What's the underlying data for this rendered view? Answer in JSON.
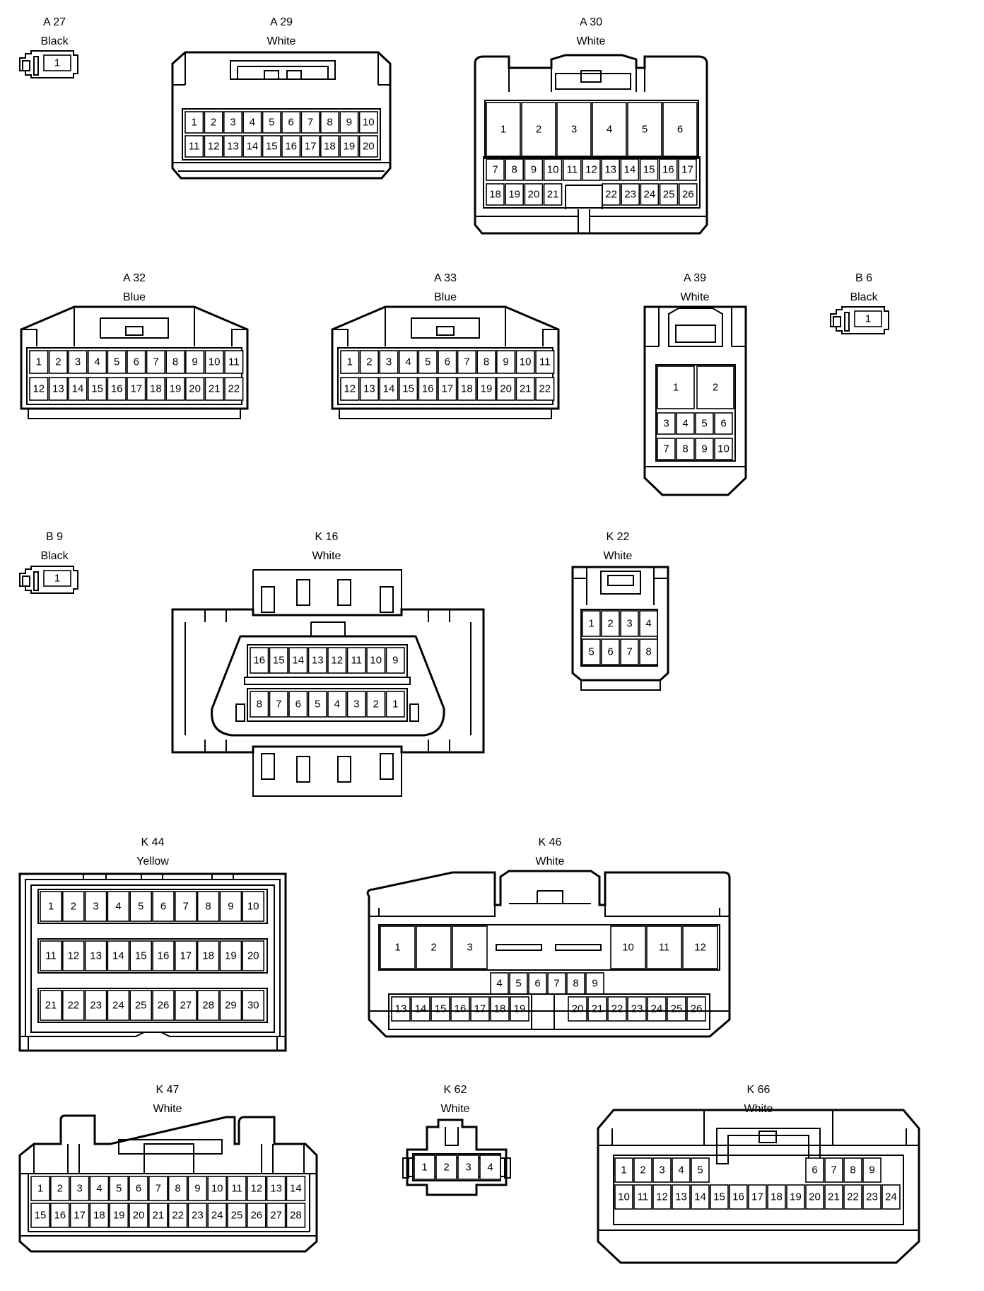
{
  "connectors": [
    {
      "id": "A 27",
      "color": "Black",
      "pins": [
        "1"
      ]
    },
    {
      "id": "A 29",
      "color": "White",
      "rows": [
        [
          "1",
          "2",
          "3",
          "4",
          "5",
          "6",
          "7",
          "8",
          "9",
          "10"
        ],
        [
          "11",
          "12",
          "13",
          "14",
          "15",
          "16",
          "17",
          "18",
          "19",
          "20"
        ]
      ]
    },
    {
      "id": "A 30",
      "color": "White",
      "top": [
        "1",
        "2",
        "3",
        "4",
        "5",
        "6"
      ],
      "rows": [
        [
          "7",
          "8",
          "9",
          "10",
          "11",
          "12",
          "13",
          "14",
          "15",
          "16",
          "17"
        ],
        [
          "18",
          "19",
          "20",
          "21",
          "",
          "22",
          "23",
          "24",
          "25",
          "26"
        ]
      ]
    },
    {
      "id": "A 32",
      "color": "Blue",
      "rows": [
        [
          "1",
          "2",
          "3",
          "4",
          "5",
          "6",
          "7",
          "8",
          "9",
          "10",
          "11"
        ],
        [
          "12",
          "13",
          "14",
          "15",
          "16",
          "17",
          "18",
          "19",
          "20",
          "21",
          "22"
        ]
      ]
    },
    {
      "id": "A 33",
      "color": "Blue",
      "rows": [
        [
          "1",
          "2",
          "3",
          "4",
          "5",
          "6",
          "7",
          "8",
          "9",
          "10",
          "11"
        ],
        [
          "12",
          "13",
          "14",
          "15",
          "16",
          "17",
          "18",
          "19",
          "20",
          "21",
          "22"
        ]
      ]
    },
    {
      "id": "A 39",
      "color": "White",
      "top": [
        "1",
        "2"
      ],
      "rows": [
        [
          "3",
          "4",
          "5",
          "6"
        ],
        [
          "7",
          "8",
          "9",
          "10"
        ]
      ]
    },
    {
      "id": "B 6",
      "color": "Black",
      "pins": [
        "1"
      ]
    },
    {
      "id": "B 9",
      "color": "Black",
      "pins": [
        "1"
      ]
    },
    {
      "id": "K 16",
      "color": "White",
      "rows": [
        [
          "16",
          "15",
          "14",
          "13",
          "12",
          "11",
          "10",
          "9"
        ],
        [
          "8",
          "7",
          "6",
          "5",
          "4",
          "3",
          "2",
          "1"
        ]
      ]
    },
    {
      "id": "K 22",
      "color": "White",
      "rows": [
        [
          "1",
          "2",
          "3",
          "4"
        ],
        [
          "5",
          "6",
          "7",
          "8"
        ]
      ]
    },
    {
      "id": "K 44",
      "color": "Yellow",
      "rows": [
        [
          "1",
          "2",
          "3",
          "4",
          "5",
          "6",
          "7",
          "8",
          "9",
          "10"
        ],
        [
          "11",
          "12",
          "13",
          "14",
          "15",
          "16",
          "17",
          "18",
          "19",
          "20"
        ],
        [
          "21",
          "22",
          "23",
          "24",
          "25",
          "26",
          "27",
          "28",
          "29",
          "30"
        ]
      ]
    },
    {
      "id": "K 46",
      "color": "White",
      "left": [
        "1",
        "2",
        "3"
      ],
      "right": [
        "10",
        "11",
        "12"
      ],
      "mid": [
        "4",
        "5",
        "6",
        "7",
        "8",
        "9"
      ],
      "rows": [
        [
          "13",
          "14",
          "15",
          "16",
          "17",
          "18",
          "19"
        ],
        [
          "20",
          "21",
          "22",
          "23",
          "24",
          "25",
          "26"
        ]
      ]
    },
    {
      "id": "K 47",
      "color": "White",
      "rows": [
        [
          "1",
          "2",
          "3",
          "4",
          "5",
          "6",
          "7",
          "8",
          "9",
          "10",
          "11",
          "12",
          "13",
          "14"
        ],
        [
          "15",
          "16",
          "17",
          "18",
          "19",
          "20",
          "21",
          "22",
          "23",
          "24",
          "25",
          "26",
          "27",
          "28"
        ]
      ]
    },
    {
      "id": "K 62",
      "color": "White",
      "rows": [
        [
          "1",
          "2",
          "3",
          "4"
        ]
      ]
    },
    {
      "id": "K 66",
      "color": "White",
      "rows": [
        [
          "1",
          "2",
          "3",
          "4",
          "5",
          "",
          "",
          "",
          "",
          "",
          "6",
          "7",
          "8",
          "9"
        ],
        [
          "10",
          "11",
          "12",
          "13",
          "14",
          "15",
          "16",
          "17",
          "18",
          "19",
          "20",
          "21",
          "22",
          "23",
          "24"
        ]
      ]
    }
  ]
}
